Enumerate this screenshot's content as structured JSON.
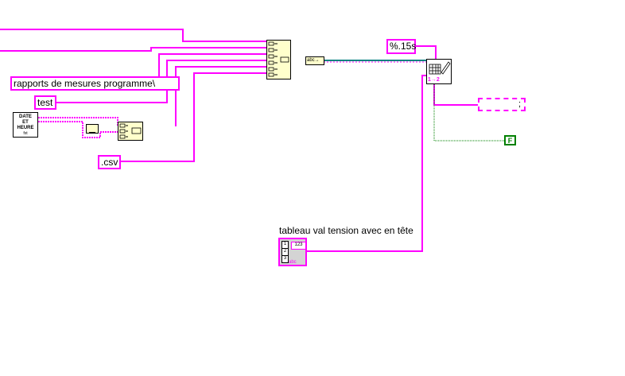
{
  "constants": {
    "path": "rapports de mesures programme\\",
    "name": "test",
    "extension": ".csv",
    "format": "%.15s",
    "delimiter": ";",
    "append": "F"
  },
  "datetime": {
    "line1": "DATE",
    "line2": "ET",
    "line3": "HEURE",
    "line4": "fxt"
  },
  "tensions_array": {
    "label": "tableau val tension avec en tête",
    "index_labels": [
      "1",
      "2",
      "3"
    ],
    "type_numeric": "123",
    "type_string": "abc"
  },
  "write_spreadsheet": {
    "pins": "1→2"
  },
  "colors": {
    "string_wire": "#ff00ff",
    "path_wire": "#008080",
    "boolean_wire": "#008000",
    "node_fill": "#ffffcc"
  }
}
